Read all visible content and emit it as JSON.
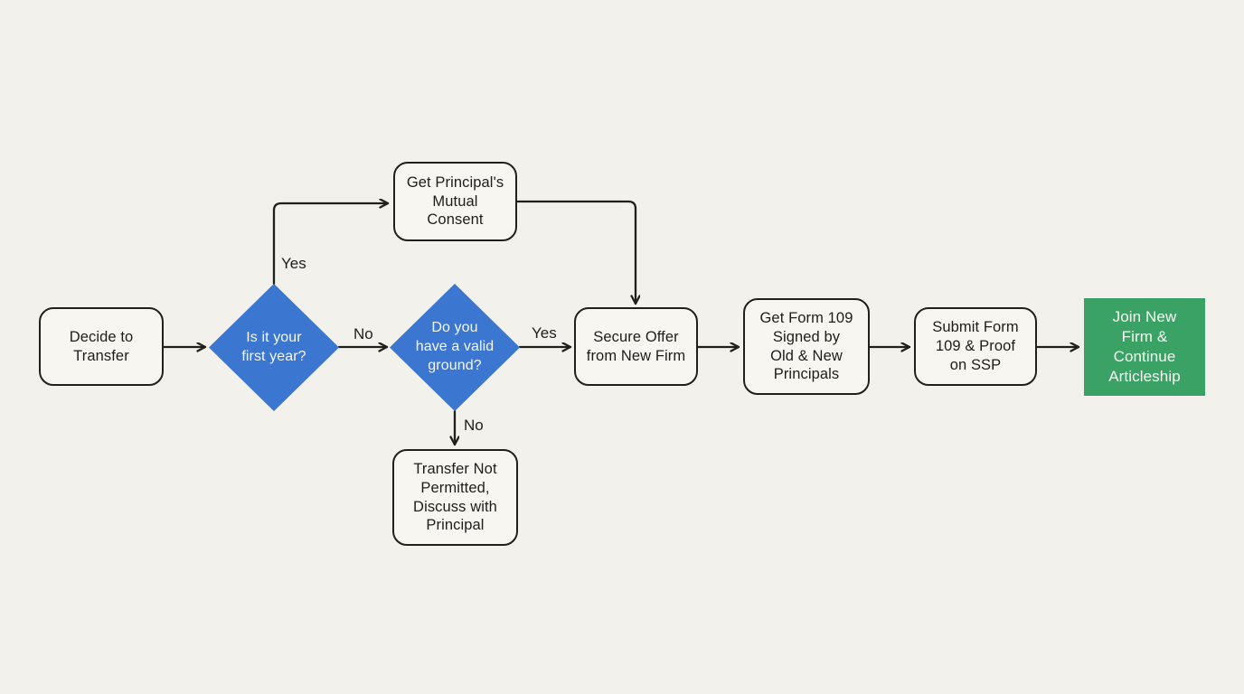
{
  "colors": {
    "background": "#f2f1ec",
    "node_fill": "#f7f6f1",
    "stroke": "#211f1a",
    "decision_fill": "#3b76d1",
    "terminal_fill": "#3ba266",
    "text_dark": "#1f1d19",
    "text_light": "#f8f7f2"
  },
  "flowchart": {
    "nodes": {
      "decide": {
        "type": "process",
        "label": "Decide to\nTransfer"
      },
      "first_year": {
        "type": "decision",
        "label": "Is it your\nfirst year?"
      },
      "mutual_consent": {
        "type": "process",
        "label": "Get Principal's\nMutual\nConsent"
      },
      "valid_ground": {
        "type": "decision",
        "label": "Do you\nhave a valid\nground?"
      },
      "secure_offer": {
        "type": "process",
        "label": "Secure Offer\nfrom New Firm"
      },
      "not_permitted": {
        "type": "process",
        "label": "Transfer Not\nPermitted,\nDiscuss with\nPrincipal"
      },
      "form_109": {
        "type": "process",
        "label": "Get Form 109\nSigned by\nOld & New\nPrincipals"
      },
      "submit_form": {
        "type": "process",
        "label": "Submit Form\n109 & Proof\non SSP"
      },
      "join_firm": {
        "type": "terminal",
        "label": "Join New\nFirm &\nContinue\nArticleship"
      }
    },
    "edge_labels": {
      "first_year_yes": "Yes",
      "first_year_no": "No",
      "valid_ground_yes": "Yes",
      "valid_ground_no": "No"
    }
  }
}
